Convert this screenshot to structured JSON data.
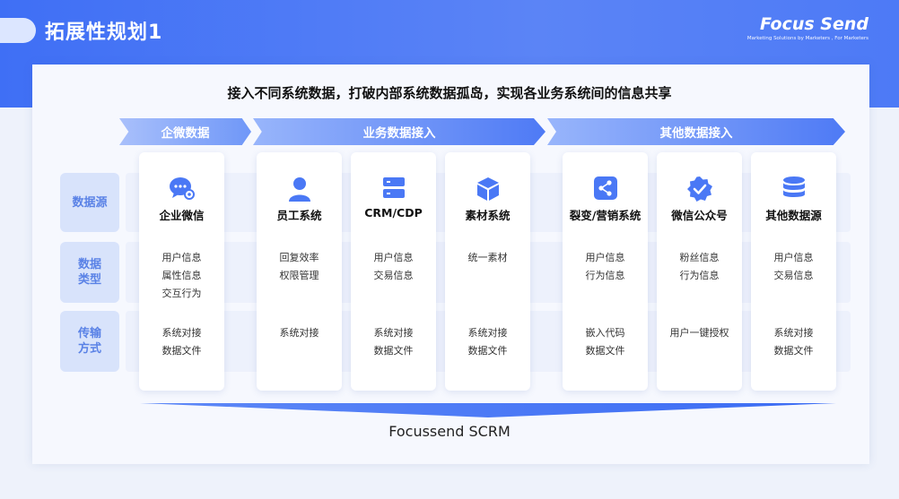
{
  "title": "拓展性规划1",
  "logo": {
    "text": "Focus Send",
    "tagline": "Marketing Solutions by Marketers , For Marketers"
  },
  "headline": "接入不同系统数据，打破内部系统数据孤岛，实现各业务系统间的信息共享",
  "bands": [
    "企微数据",
    "业务数据接入",
    "其他数据接入"
  ],
  "row_labels": [
    "数据源",
    "数据类型",
    "传输方式"
  ],
  "row_labels_lines": [
    [
      "数据源"
    ],
    [
      "数据",
      "类型"
    ],
    [
      "传输",
      "方式"
    ]
  ],
  "columns": [
    {
      "icon": "wecom-chat-icon",
      "name": "企业微信",
      "types": [
        "用户信息",
        "属性信息",
        "交互行为"
      ],
      "transfer": [
        "系统对接",
        "数据文件"
      ]
    },
    {
      "icon": "user-icon",
      "name": "员工系统",
      "types": [
        "回复效率",
        "权限管理"
      ],
      "transfer": [
        "系统对接"
      ]
    },
    {
      "icon": "server-icon",
      "name": "CRM/CDP",
      "types": [
        "用户信息",
        "交易信息"
      ],
      "transfer": [
        "系统对接",
        "数据文件"
      ]
    },
    {
      "icon": "cube-icon",
      "name": "素材系统",
      "types": [
        "统一素材"
      ],
      "transfer": [
        "系统对接",
        "数据文件"
      ]
    },
    {
      "icon": "share-icon",
      "name": "裂变/营销系统",
      "types": [
        "用户信息",
        "行为信息"
      ],
      "transfer": [
        "嵌入代码",
        "数据文件"
      ]
    },
    {
      "icon": "verified-badge-icon",
      "name": "微信公众号",
      "types": [
        "粉丝信息",
        "行为信息"
      ],
      "transfer": [
        "用户一键授权"
      ]
    },
    {
      "icon": "database-icon",
      "name": "其他数据源",
      "types": [
        "用户信息",
        "交易信息"
      ],
      "transfer": [
        "系统对接",
        "数据文件"
      ]
    }
  ],
  "footer": "Focussend SCRM",
  "colors": {
    "primary": "#4a78f5",
    "label_bg": "#d8e3fb",
    "label_text": "#5a82e6"
  }
}
